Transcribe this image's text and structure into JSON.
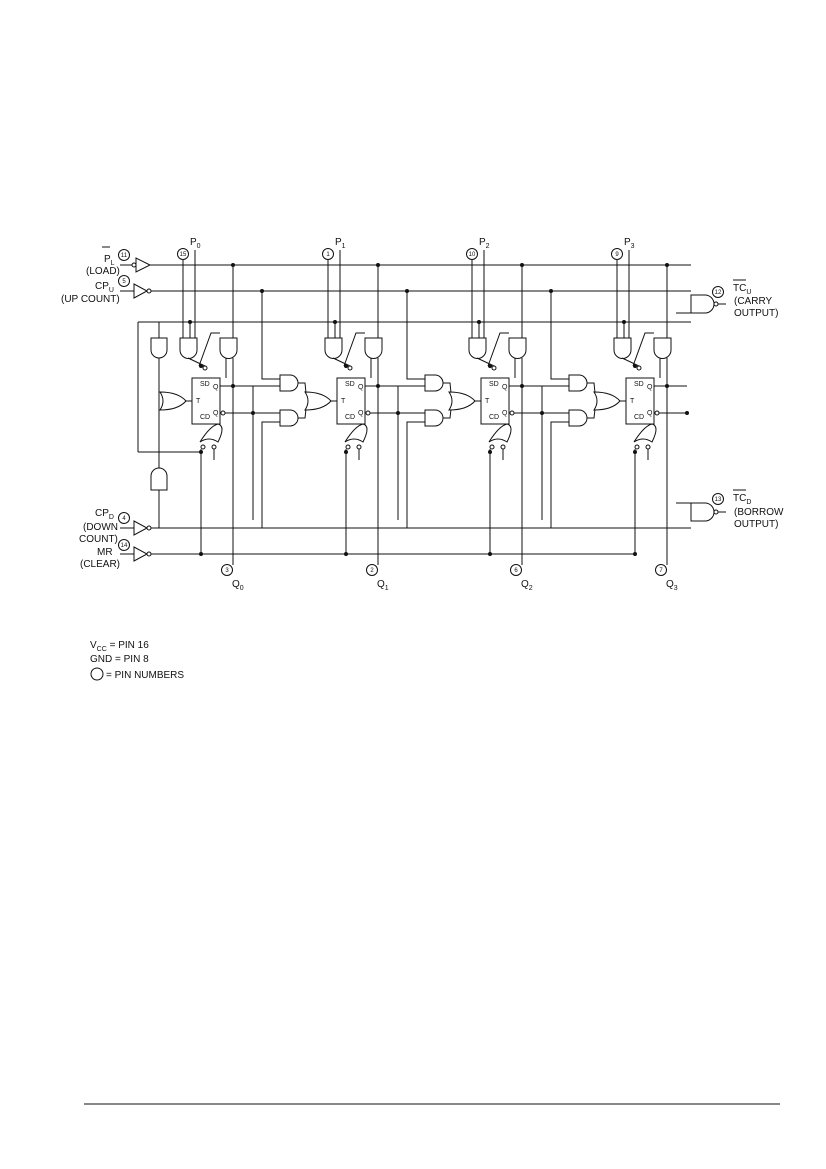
{
  "inputs": {
    "pl": {
      "main": "P",
      "sub": "L",
      "desc": "(LOAD)",
      "pin": "11"
    },
    "cpu": {
      "main": "CP",
      "sub": "U",
      "desc": "(UP COUNT)",
      "pin": "5"
    },
    "cpd": {
      "main": "CP",
      "sub": "D",
      "desc1": "(DOWN",
      "desc2": "COUNT)",
      "pin": "4"
    },
    "mr": {
      "main": "MR",
      "desc": "(CLEAR)",
      "pin": "14"
    }
  },
  "parallel_inputs": [
    {
      "main": "P",
      "sub": "0",
      "pin": "15"
    },
    {
      "main": "P",
      "sub": "1",
      "pin": "1"
    },
    {
      "main": "P",
      "sub": "2",
      "pin": "10"
    },
    {
      "main": "P",
      "sub": "3",
      "pin": "9"
    }
  ],
  "outputs": [
    {
      "main": "Q",
      "sub": "0",
      "pin": "3"
    },
    {
      "main": "Q",
      "sub": "1",
      "pin": "2"
    },
    {
      "main": "Q",
      "sub": "2",
      "pin": "6"
    },
    {
      "main": "Q",
      "sub": "3",
      "pin": "7"
    }
  ],
  "carry": {
    "main": "TC",
    "sub": "U",
    "desc1": "(CARRY",
    "desc2": "OUTPUT)",
    "pin": "12"
  },
  "borrow": {
    "main": "TC",
    "sub": "D",
    "desc1": "(BORROW",
    "desc2": "OUTPUT)",
    "pin": "13"
  },
  "flipflop": {
    "sd": "S",
    "sd_sub": "D",
    "t": "T",
    "cd": "C",
    "cd_sub": "D",
    "q": "Q",
    "qbar": "Q"
  },
  "notes": {
    "vcc_main": "V",
    "vcc_sub": "CC",
    "vcc_rest": " = PIN 16",
    "gnd": "GND = PIN 8",
    "pins": "= PIN NUMBERS"
  }
}
